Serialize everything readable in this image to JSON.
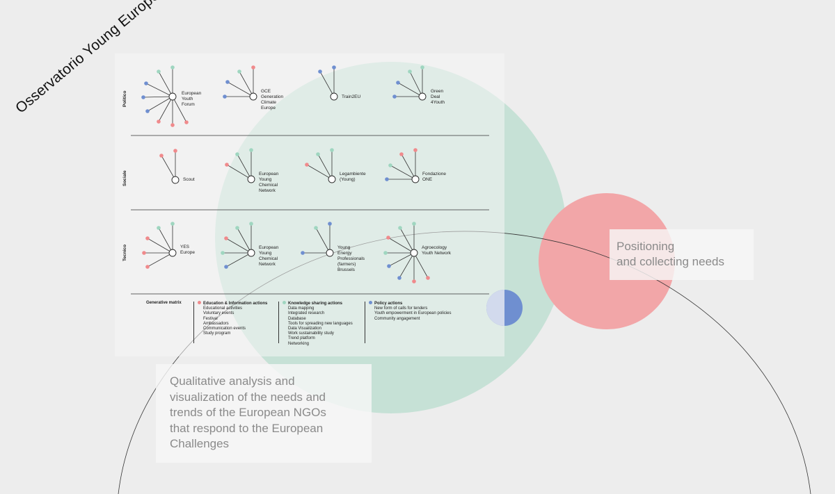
{
  "title": "Osservatorio Young European NGOs",
  "rows": [
    {
      "label": "Politico"
    },
    {
      "label": "Sociale"
    },
    {
      "label": "Tecnico"
    }
  ],
  "colors": {
    "education": "#f08a8c",
    "knowledge": "#9fd6c0",
    "policy": "#6f8fd0",
    "green_circle": "#c6e1d6",
    "red_circle": "#f2a6a8",
    "blue_circle": "#6f8fd0"
  },
  "orgs": [
    {
      "name": "European\nYouth\nForum"
    },
    {
      "name": "GCE\nGeneration\nClimate\nEurope"
    },
    {
      "name": "Train2EU"
    },
    {
      "name": "Green\nDeal\n4Youth"
    },
    {
      "name": "Scout"
    },
    {
      "name": "European\nYoung\nChemical\nNetwork"
    },
    {
      "name": "Legambiente\n(Young)"
    },
    {
      "name": "Fondazione\nONE"
    },
    {
      "name": "YES\nEurope"
    },
    {
      "name": "European\nYoung\nChemical\nNetwork"
    },
    {
      "name": "Young\nEnergy\nProfessionals\n(farmers)\nBrussels"
    },
    {
      "name": "Agroecology\nYouth Network"
    }
  ],
  "legend": {
    "title": "Generative matrix",
    "groups": [
      {
        "head": "Education & Information actions",
        "color": "education",
        "items": [
          "Educational activities",
          "Voluntary events",
          "Festival",
          "Ambassadors",
          "Communication events",
          "Study program"
        ]
      },
      {
        "head": "Knowledge sharing actions",
        "color": "knowledge",
        "items": [
          "Data mapping",
          "Integrated research",
          "Database",
          "Tools for spreading new languages",
          "Data Visualization",
          "Work sustainability study",
          "Trend platform",
          "Networking"
        ]
      },
      {
        "head": "Policy actions",
        "color": "policy",
        "items": [
          "New form of calls for tenders",
          "Youth empowerment in European policies",
          "Community angagement"
        ]
      }
    ]
  },
  "boxes": {
    "positioning": "Positioning\nand collecting needs",
    "qualitative": "Qualitative analysis and\nvisualization of the needs and\ntrends of the European NGOs\nthat respond to the European\nChallenges"
  }
}
